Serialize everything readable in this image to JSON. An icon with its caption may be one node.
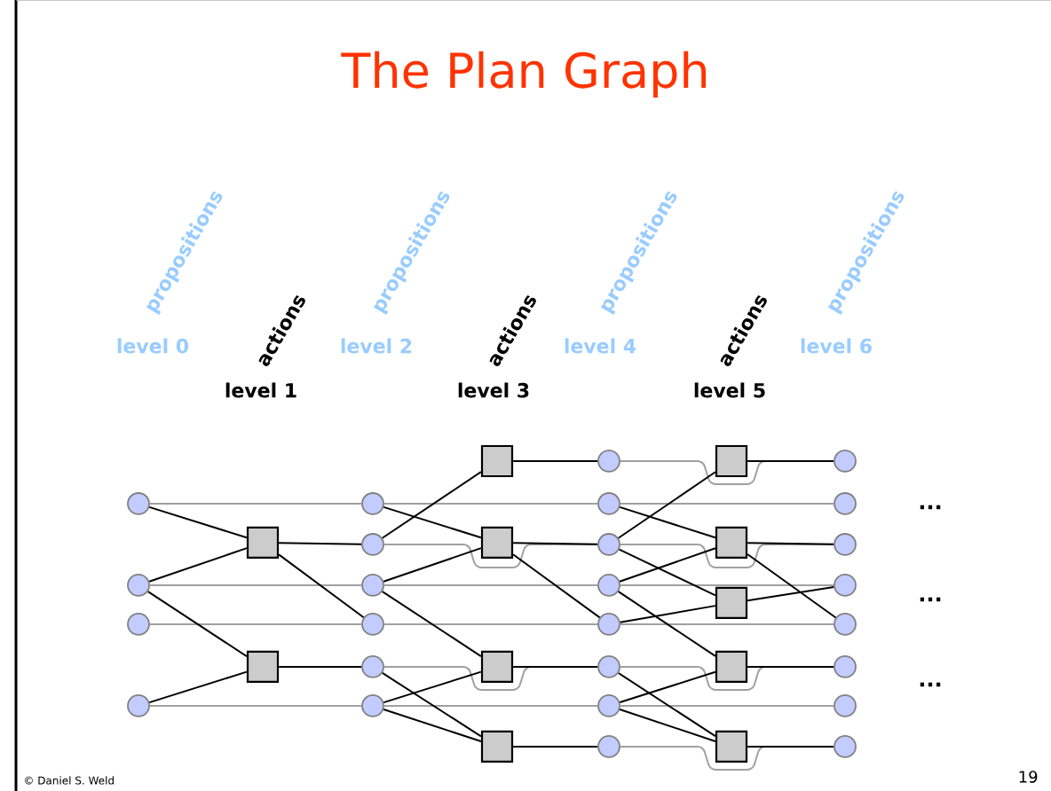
{
  "diagram": {
    "title": "The Plan Graph",
    "nodes": [
      {
        "text": [],
        "shape": "circle"
      },
      {
        "text": [],
        "shape": "circle"
      },
      {
        "text": [],
        "shape": "circle"
      },
      {
        "text": [],
        "shape": "circle"
      },
      {
        "text": [],
        "shape": "box"
      },
      {
        "text": [],
        "shape": "box"
      },
      {
        "text": [],
        "shape": "circle"
      },
      {
        "text": [],
        "shape": "circle"
      },
      {
        "text": [],
        "shape": "circle"
      },
      {
        "text": [],
        "shape": "circle"
      },
      {
        "text": [],
        "shape": "circle"
      },
      {
        "text": [],
        "shape": "circle"
      },
      {
        "text": [],
        "shape": "box"
      },
      {
        "text": [],
        "shape": "box"
      },
      {
        "text": [],
        "shape": "box"
      },
      {
        "text": [],
        "shape": "box"
      },
      {
        "text": [],
        "shape": "circle"
      },
      {
        "text": [],
        "shape": "circle"
      },
      {
        "text": [],
        "shape": "circle"
      },
      {
        "text": [],
        "shape": "circle"
      },
      {
        "text": [],
        "shape": "circle"
      },
      {
        "text": [],
        "shape": "circle"
      },
      {
        "text": [],
        "shape": "circle"
      },
      {
        "text": [],
        "shape": "circle"
      },
      {
        "text": [],
        "shape": "box"
      },
      {
        "text": [],
        "shape": "box"
      },
      {
        "text": [],
        "shape": "box"
      },
      {
        "text": [],
        "shape": "box"
      },
      {
        "text": [],
        "shape": "box"
      },
      {
        "text": [],
        "shape": "circle"
      },
      {
        "text": [],
        "shape": "circle"
      },
      {
        "text": [],
        "shape": "circle"
      },
      {
        "text": [],
        "shape": "circle"
      },
      {
        "text": [],
        "shape": "circle"
      },
      {
        "text": [],
        "shape": "circle"
      },
      {
        "text": [],
        "shape": "circle"
      },
      {
        "text": [],
        "shape": "circle"
      }
    ],
    "edges": [
      {
        "from": 0,
        "to": 6,
        "arrow": "none",
        "color": "#a0a0a0"
      },
      {
        "from": 1,
        "to": 8,
        "arrow": "none",
        "color": "#a0a0a0"
      },
      {
        "from": 2,
        "to": 9,
        "arrow": "none",
        "color": "#a0a0a0"
      },
      {
        "from": 3,
        "to": 11,
        "arrow": "none",
        "color": "#a0a0a0"
      },
      {
        "from": 6,
        "to": 17,
        "arrow": "none",
        "color": "#a0a0a0"
      },
      {
        "from": 7,
        "to": 18,
        "arrow": "none",
        "color": "#a0a0a0"
      },
      {
        "from": 8,
        "to": 19,
        "arrow": "none",
        "color": "#a0a0a0"
      },
      {
        "from": 9,
        "to": 20,
        "arrow": "none",
        "color": "#a0a0a0"
      },
      {
        "from": 10,
        "to": 21,
        "arrow": "none",
        "color": "#a0a0a0"
      },
      {
        "from": 11,
        "to": 22,
        "arrow": "none",
        "color": "#a0a0a0"
      },
      {
        "from": 16,
        "to": 29,
        "arrow": "none",
        "color": "#a0a0a0"
      },
      {
        "from": 17,
        "to": 30,
        "arrow": "none",
        "color": "#a0a0a0"
      },
      {
        "from": 18,
        "to": 31,
        "arrow": "none",
        "color": "#a0a0a0"
      },
      {
        "from": 19,
        "to": 32,
        "arrow": "none",
        "color": "#a0a0a0"
      },
      {
        "from": 20,
        "to": 33,
        "arrow": "none",
        "color": "#a0a0a0"
      },
      {
        "from": 21,
        "to": 34,
        "arrow": "none",
        "color": "#a0a0a0"
      },
      {
        "from": 22,
        "to": 35,
        "arrow": "none",
        "color": "#a0a0a0"
      },
      {
        "from": 23,
        "to": 36,
        "arrow": "none",
        "color": "#a0a0a0"
      },
      {
        "from": 0,
        "to": 4,
        "arrow": "none"
      },
      {
        "from": 1,
        "to": 4,
        "arrow": "none"
      },
      {
        "from": 1,
        "to": 5,
        "arrow": "none"
      },
      {
        "from": 3,
        "to": 5,
        "arrow": "none"
      },
      {
        "from": 4,
        "to": 7,
        "arrow": "none"
      },
      {
        "from": 4,
        "to": 9,
        "arrow": "none"
      },
      {
        "from": 5,
        "to": 10,
        "arrow": "none"
      },
      {
        "from": 6,
        "to": 13,
        "arrow": "none"
      },
      {
        "from": 7,
        "to": 12,
        "arrow": "none"
      },
      {
        "from": 8,
        "to": 13,
        "arrow": "none"
      },
      {
        "from": 8,
        "to": 14,
        "arrow": "none"
      },
      {
        "from": 10,
        "to": 15,
        "arrow": "none"
      },
      {
        "from": 11,
        "to": 14,
        "arrow": "none"
      },
      {
        "from": 11,
        "to": 15,
        "arrow": "none"
      },
      {
        "from": 12,
        "to": 16,
        "arrow": "none"
      },
      {
        "from": 13,
        "to": 18,
        "arrow": "none"
      },
      {
        "from": 13,
        "to": 20,
        "arrow": "none"
      },
      {
        "from": 14,
        "to": 21,
        "arrow": "none"
      },
      {
        "from": 15,
        "to": 23,
        "arrow": "none"
      },
      {
        "from": 18,
        "to": 24,
        "arrow": "none"
      },
      {
        "from": 17,
        "to": 25,
        "arrow": "none"
      },
      {
        "from": 18,
        "to": 26,
        "arrow": "none"
      },
      {
        "from": 19,
        "to": 25,
        "arrow": "none"
      },
      {
        "from": 19,
        "to": 27,
        "arrow": "none"
      },
      {
        "from": 20,
        "to": 26,
        "arrow": "none"
      },
      {
        "from": 21,
        "to": 28,
        "arrow": "none"
      },
      {
        "from": 22,
        "to": 27,
        "arrow": "none"
      },
      {
        "from": 22,
        "to": 28,
        "arrow": "none"
      },
      {
        "from": 24,
        "to": 29,
        "arrow": "none"
      },
      {
        "from": 25,
        "to": 31,
        "arrow": "none"
      },
      {
        "from": 25,
        "to": 33,
        "arrow": "none"
      },
      {
        "from": 26,
        "to": 32,
        "arrow": "none"
      },
      {
        "from": 27,
        "to": 34,
        "arrow": "none"
      },
      {
        "from": 28,
        "to": 36,
        "arrow": "none"
      }
    ],
    "labels": [
      "propositions",
      "propositions",
      "propositions",
      "propositions",
      "actions",
      "actions",
      "actions",
      "level 0",
      "level 2",
      "level 4",
      "level 6",
      "level 1",
      "level 3",
      "level 5",
      "...",
      "...",
      "...",
      "© Daniel S. Weld",
      "19"
    ]
  }
}
